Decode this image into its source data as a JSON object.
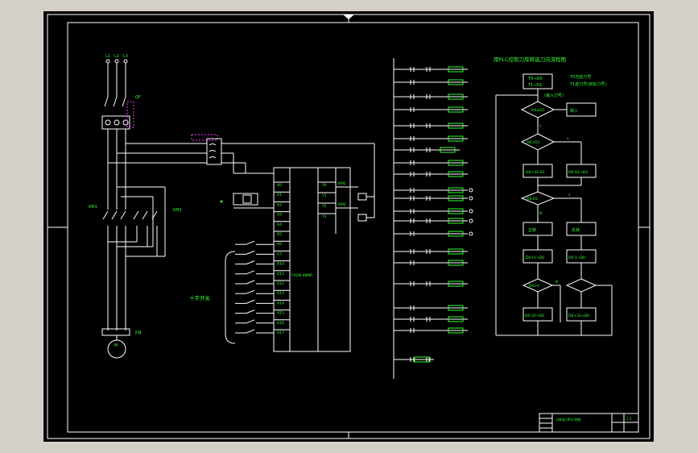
{
  "drawing": {
    "title": "用PLC控制刀库转选刀向流程图",
    "flow_notes": [
      "T0当前刀号",
      "T1选刀号(目标刀号)"
    ],
    "flow_init": [
      "T0→D0",
      "T1→D1"
    ],
    "input_prompt": "(输入刀号)",
    "flow_decisions": [
      "D0≠D1",
      "D0>D1",
      "D0-D1",
      "D0>0"
    ],
    "flow_processes": [
      "转入",
      "D0+32-D1",
      "D0-D1→D1",
      "正转",
      "反转",
      "D0+1→D0",
      "D0-1→D0",
      "D0-32→D0",
      "D0+32→D0"
    ],
    "flow_branch": [
      "Y",
      "N"
    ],
    "motor_label": "FR",
    "motor_symbol": "M",
    "switch_label": "十字开关",
    "plc_model": "FX2N-48MR",
    "plc_inputs": [
      "X0",
      "X1",
      "X2",
      "X3",
      "X4",
      "X5",
      "X6",
      "X7",
      "X10",
      "X11",
      "X12",
      "X13",
      "X14",
      "X15",
      "X16",
      "X17"
    ],
    "plc_outputs": [
      "Y0",
      "Y1",
      "Y2",
      "Y3"
    ],
    "phases": [
      "L1",
      "L2",
      "L3"
    ],
    "contactors": [
      "KM1",
      "KM2"
    ],
    "breaker": "QF",
    "title_block": "刀库选刀PLC控制",
    "sheet": "1:1"
  }
}
